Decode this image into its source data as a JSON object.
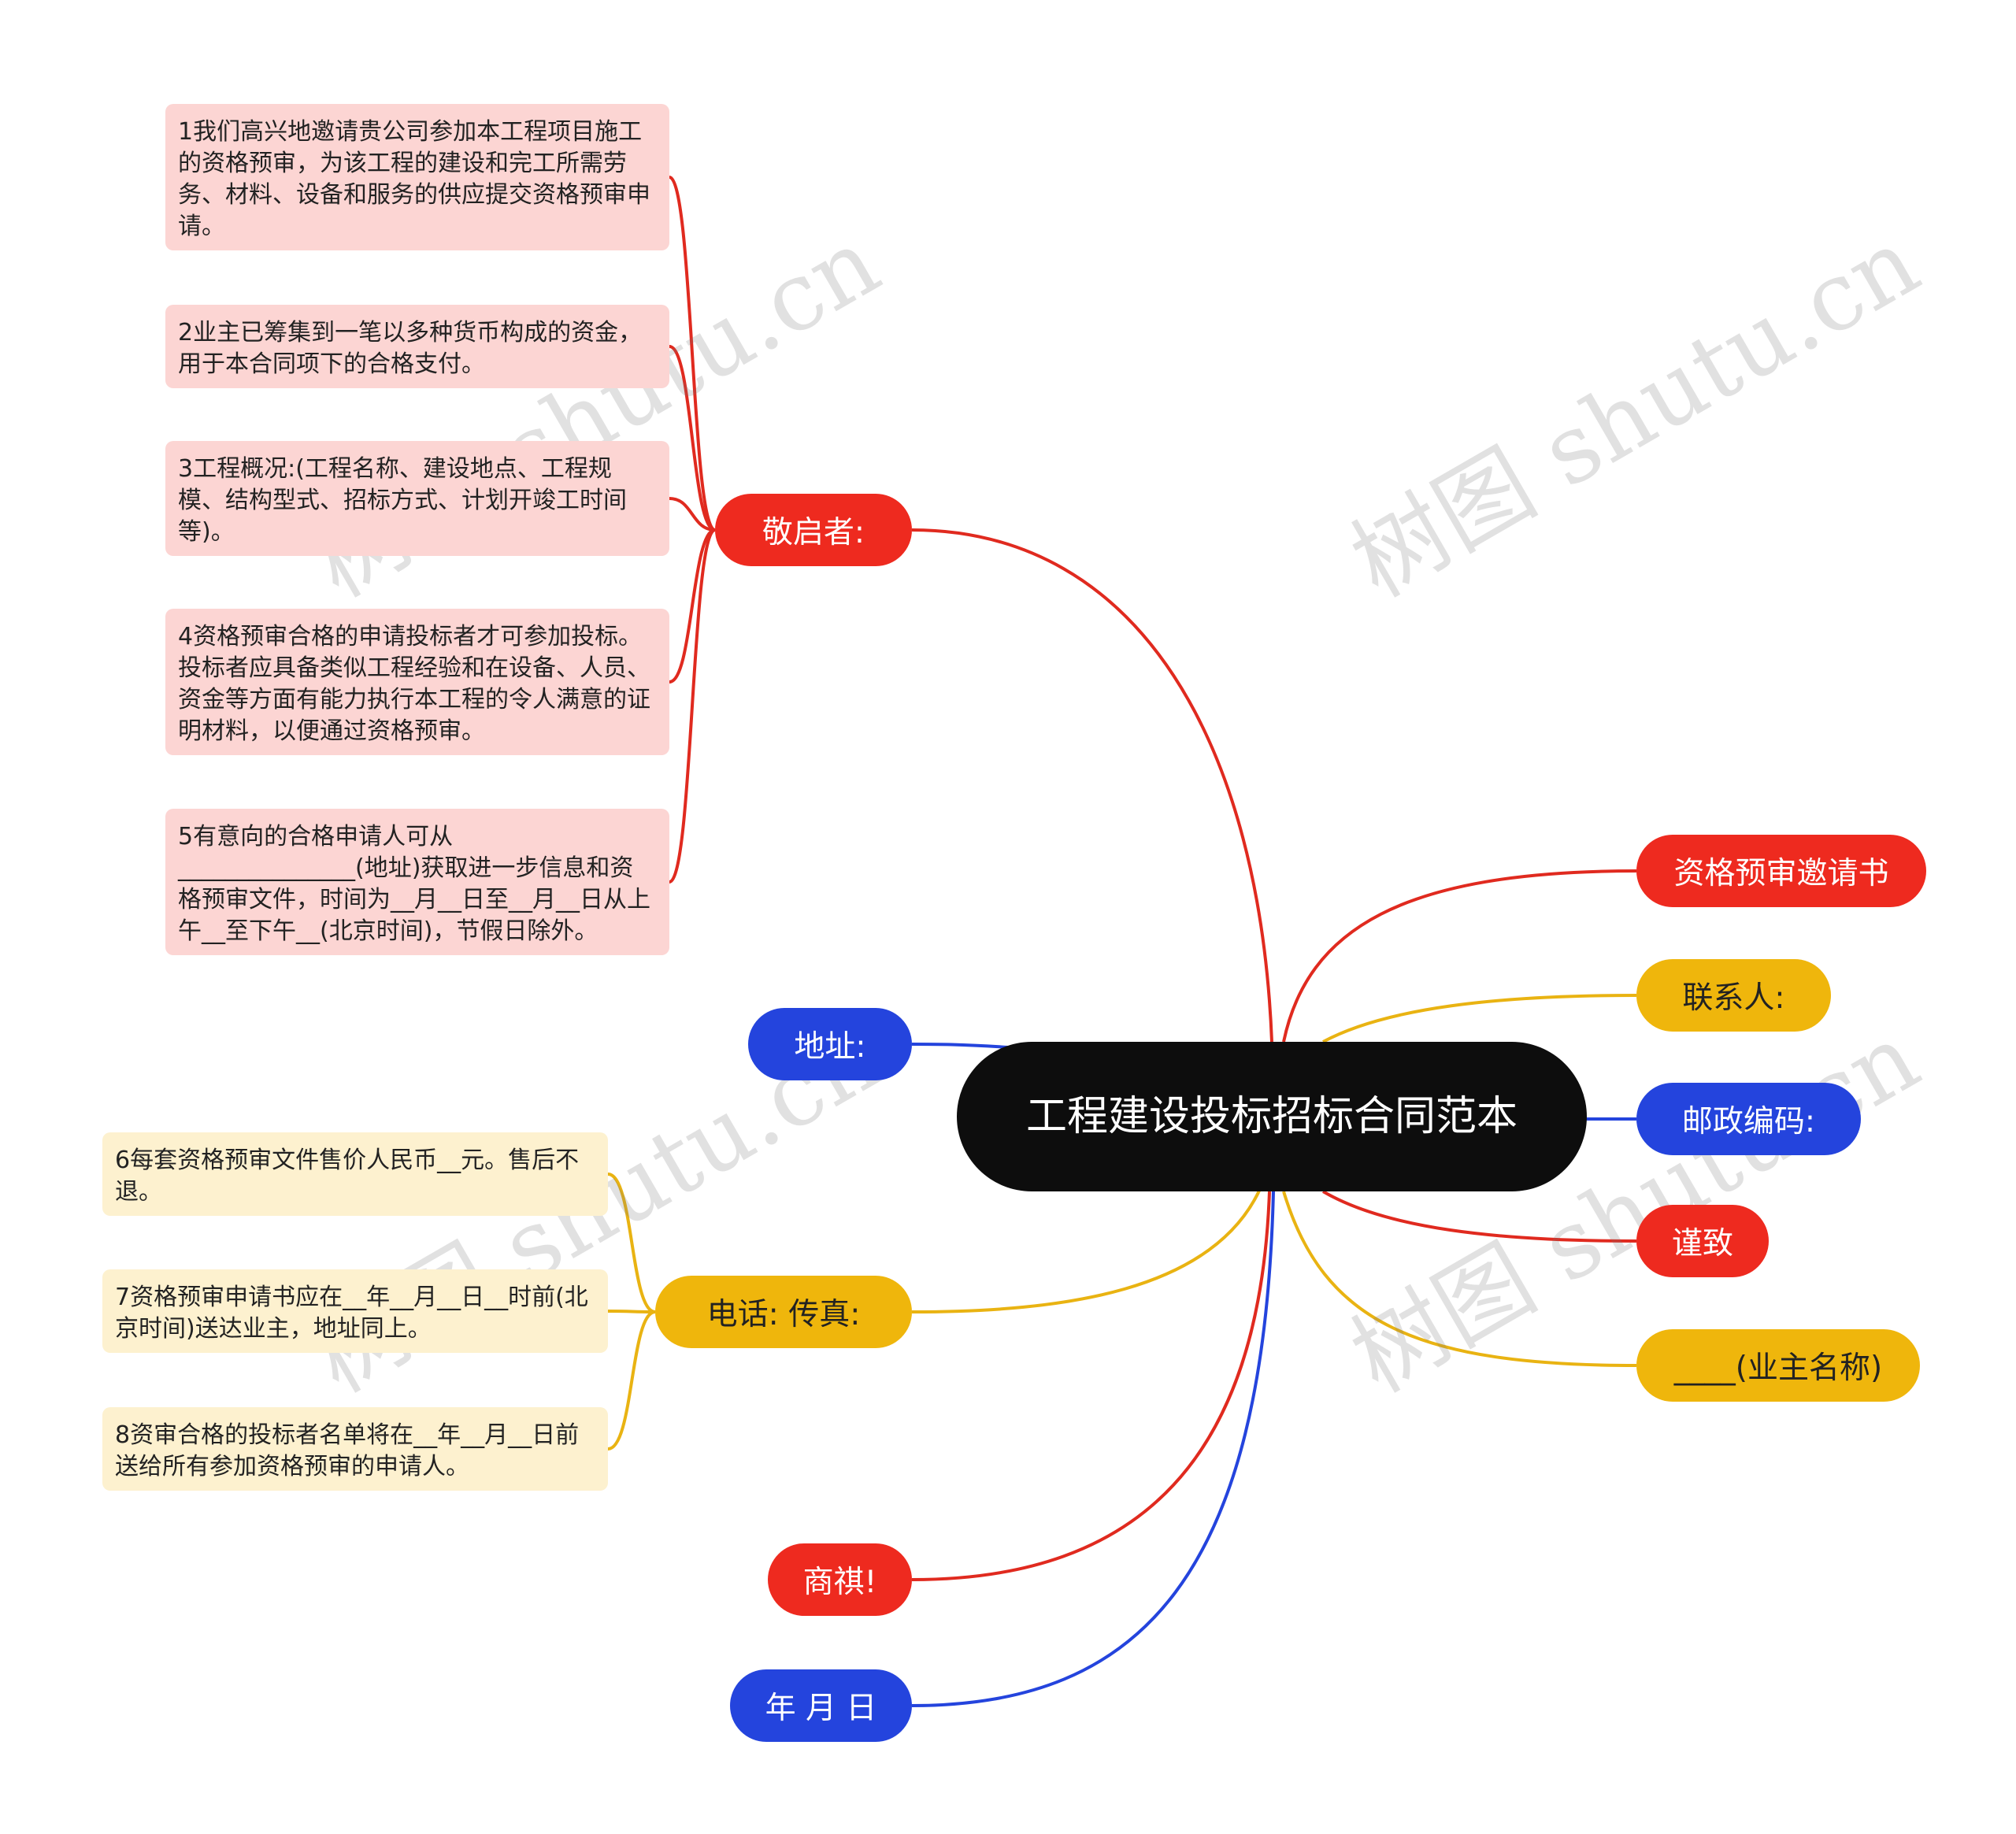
{
  "watermark": "树图 shutu.cn",
  "colors": {
    "red": "#e02a1f",
    "yellow": "#e9b312",
    "blue": "#2444dd",
    "root": "#0d0d0d",
    "pink_leaf": "#fcd5d3",
    "cream_leaf": "#fdf1cf"
  },
  "root": {
    "title": "工程建设投标招标合同范本"
  },
  "branches": {
    "greeting": {
      "label": "敬启者:"
    },
    "address": {
      "label": "地址:"
    },
    "phone_fax": {
      "label": "电话: 传真:"
    },
    "compliments": {
      "label": "商祺!"
    },
    "date": {
      "label": "年 月 日"
    },
    "invitation": {
      "label": "资格预审邀请书"
    },
    "contact": {
      "label": "联系人:"
    },
    "postcode": {
      "label": "邮政编码:"
    },
    "sincerely": {
      "label": "谨致"
    },
    "owner": {
      "label": "____(业主名称)"
    }
  },
  "greeting_items": [
    "1我们高兴地邀请贵公司参加本工程项目施工的资格预审，为该工程的建设和完工所需劳务、材料、设备和服务的供应提交资格预审申请。",
    "2业主已筹集到一笔以多种货币构成的资金，用于本合同项下的合格支付。",
    "3工程概况:(工程名称、建设地点、工程规模、结构型式、招标方式、计划开竣工时间等)。",
    "4资格预审合格的申请投标者才可参加投标。投标者应具备类似工程经验和在设备、人员、资金等方面有能力执行本工程的令人满意的证明材料，以便通过资格预审。",
    "5有意向的合格申请人可从_______________(地址)获取进一步信息和资格预审文件，时间为__月__日至__月__日从上午__至下午__(北京时间)，节假日除外。"
  ],
  "phone_items": [
    "6每套资格预审文件售价人民币__元。售后不退。",
    "7资格预审申请书应在__年__月__日__时前(北京时间)送达业主，地址同上。",
    "8资审合格的投标者名单将在__年__月__日前送给所有参加资格预审的申请人。"
  ]
}
